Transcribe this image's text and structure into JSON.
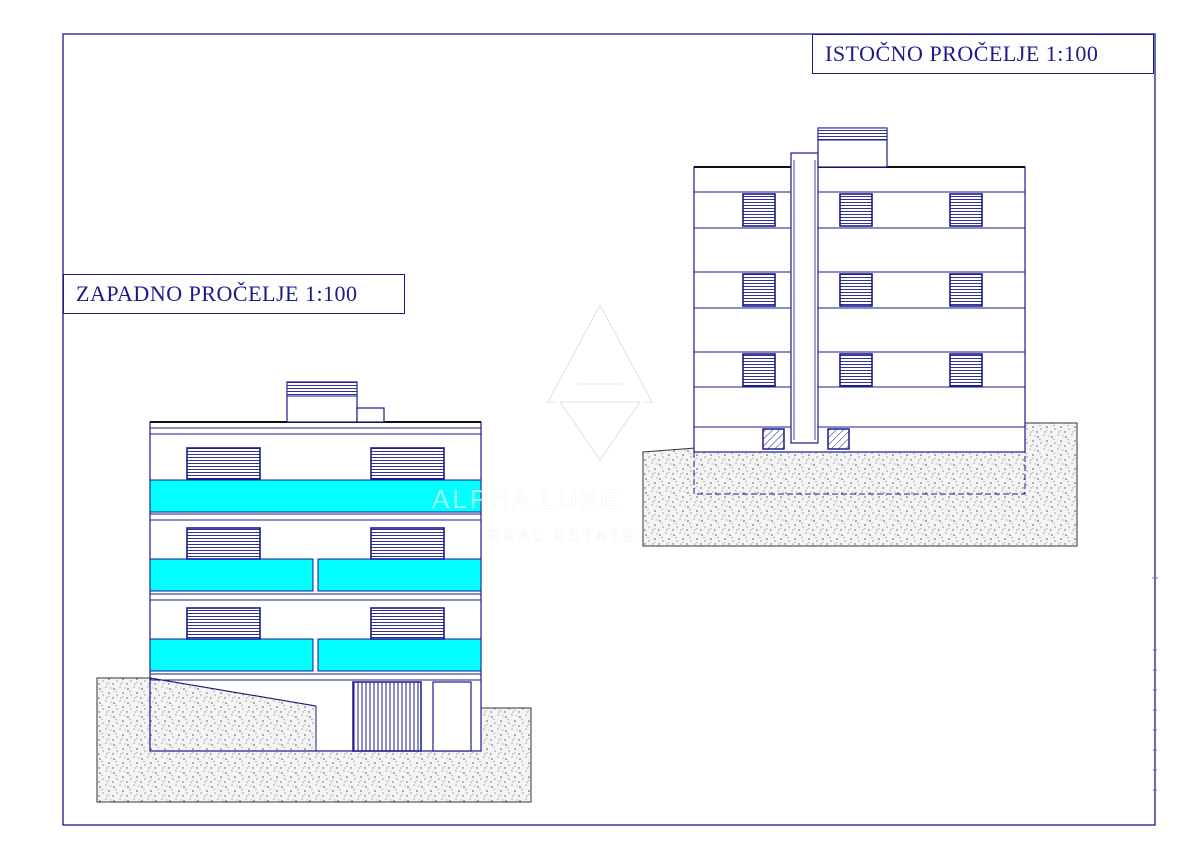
{
  "drawing": {
    "east_elevation": {
      "title": "ISTOČNO PROČELJE 1:100"
    },
    "west_elevation": {
      "title": "ZAPADNO PROČELJE 1:100"
    }
  },
  "watermark": {
    "brand": "ALPHA LUXE",
    "subtitle": "REAL ESTATE"
  },
  "colors": {
    "line": "#1a1a8c",
    "balcony_glass": "#00ffff",
    "terrain_hatch": "#555555"
  }
}
